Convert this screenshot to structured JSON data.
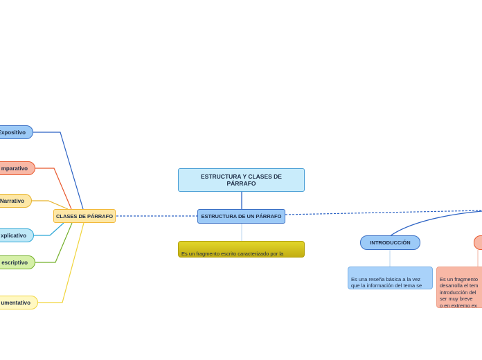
{
  "central": {
    "title": "ESTRUCTURA Y CLASES DE PÁRRAFO"
  },
  "branches": {
    "estructura": "ESTRUCTURA DE UN PÁRRAFO",
    "clases": "CLASES DE PÁRRAFO"
  },
  "estructura_note": "Es un fragmento escrito caracterizado por la separación con un punto y aparte.",
  "clases_items": [
    {
      "label": "Expositivo"
    },
    {
      "label": "mparativo"
    },
    {
      "label": "Narrativo"
    },
    {
      "label": "xplicativo"
    },
    {
      "label": "escriptivo"
    },
    {
      "label": "umentativo"
    }
  ],
  "introduccion": {
    "label": "INTRODUCCIÓN",
    "note": "Es una reseña básica a la vez que la información del tema se entienda."
  },
  "desarrollo": {
    "note": "Es un fragmento\ndesarrolla el tem\nintroducción del\nser muy breve\no en extremo ex\n engrosar tratad"
  },
  "colors": {
    "blue_line": "#2b62c4",
    "central_fill": "#c9ecfb",
    "central_border": "#4a9fd6",
    "branch_fill": "#9ccaf7",
    "branch_border": "#3a6fc4",
    "clases_fill": "#fde7a6",
    "clases_border": "#f2b93a",
    "yellow_note": "#d4c21a"
  }
}
